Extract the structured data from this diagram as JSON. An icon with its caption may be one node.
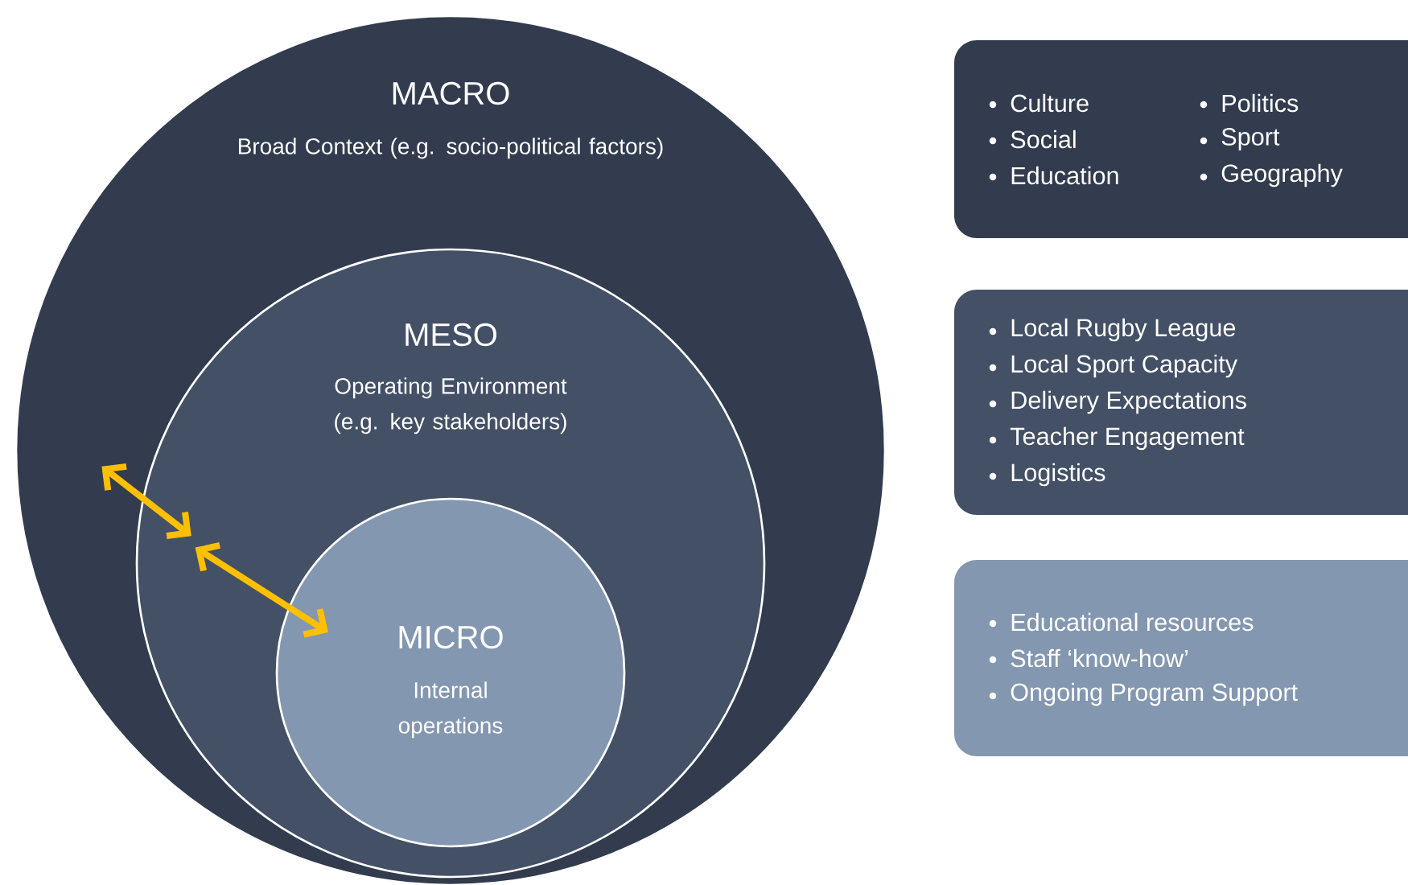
{
  "diagram": {
    "nodes": [
      {
        "text": [
          "MACRO",
          "Broad Context (e.g. socio-political factors)"
        ]
      },
      {
        "text": [
          "MESO",
          "Operating Environment (e.g. key stakeholders)"
        ],
        "in": 0
      },
      {
        "text": [
          "MICRO",
          "Internal operations"
        ],
        "in": 1
      },
      {
        "text": [
          "Culture",
          "Social",
          "Education",
          "Politics",
          "Sport",
          "Geography"
        ]
      },
      {
        "text": [
          "Local Rugby League",
          "Local Sport Capacity",
          "Delivery Expectations",
          "Teacher Engagement",
          "Logistics"
        ]
      },
      {
        "text": [
          "Educational resources",
          "Staff ‘know-how’",
          "Ongoing Program Support"
        ]
      }
    ],
    "edges": [
      {
        "from": 0,
        "to": 1,
        "arrow": "both"
      },
      {
        "from": 1,
        "to": 2,
        "arrow": "both"
      }
    ]
  }
}
